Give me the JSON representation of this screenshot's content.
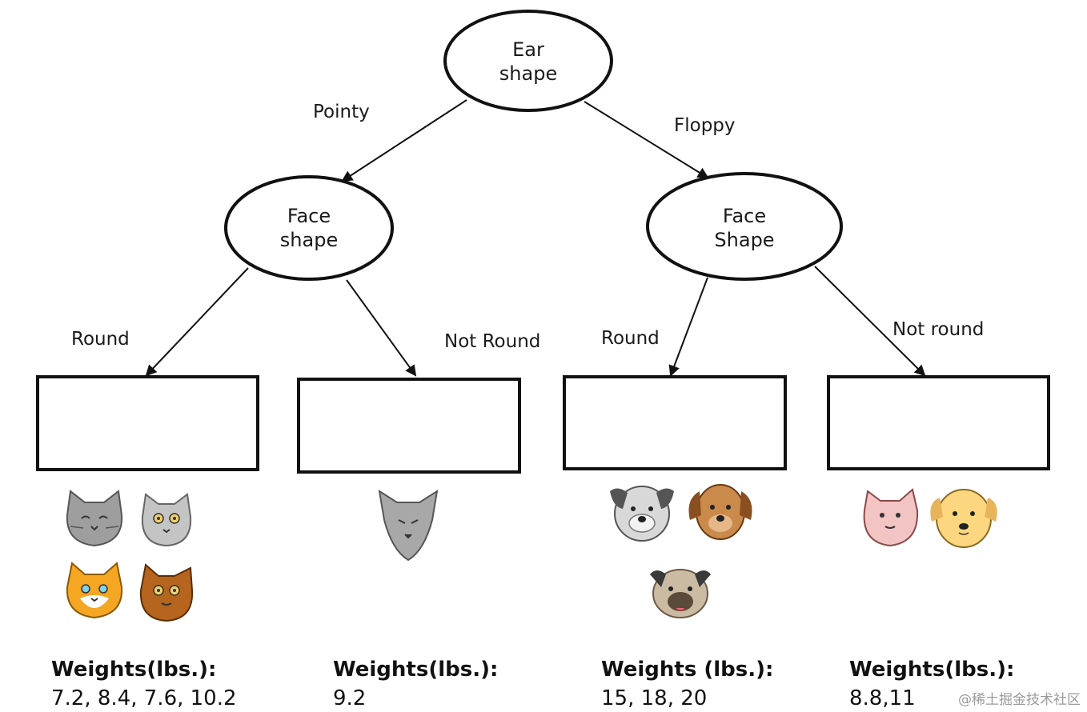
{
  "nodes": {
    "root": {
      "line1": "Ear",
      "line2": "shape"
    },
    "left": {
      "line1": "Face",
      "line2": "shape"
    },
    "right": {
      "line1": "Face",
      "line2": "Shape"
    }
  },
  "edges": {
    "pointy": "Pointy",
    "floppy": "Floppy",
    "left_round": "Round",
    "left_not_round": "Not Round",
    "right_round": "Round",
    "right_not_round": "Not round"
  },
  "leaves": [
    {
      "title": "Weights(lbs.):",
      "values": "7.2, 8.4, 7.6, 10.2",
      "animals": [
        "cat-icon",
        "cat-icon",
        "cat-icon",
        "cat-icon"
      ]
    },
    {
      "title": "Weights(lbs.):",
      "values": "9.2",
      "animals": [
        "cat-icon"
      ]
    },
    {
      "title": "Weights (lbs.):",
      "values": "15,  18, 20",
      "animals": [
        "dog-icon",
        "dog-icon",
        "dog-icon"
      ]
    },
    {
      "title": "Weights(lbs.):",
      "values": "8.8,11",
      "animals": [
        "cat-icon",
        "dog-icon"
      ]
    }
  ],
  "watermark": "@稀土掘金技术社区",
  "colors": {
    "grey_cat": "#9e9e9e",
    "light_grey_cat": "#c4c4c4",
    "orange_cat": "#f5a623",
    "brown_cat": "#b5651d",
    "pink_cat": "#f2c4c4",
    "tan_dog": "#c98a4b",
    "yellow_dog": "#fcd77f"
  }
}
